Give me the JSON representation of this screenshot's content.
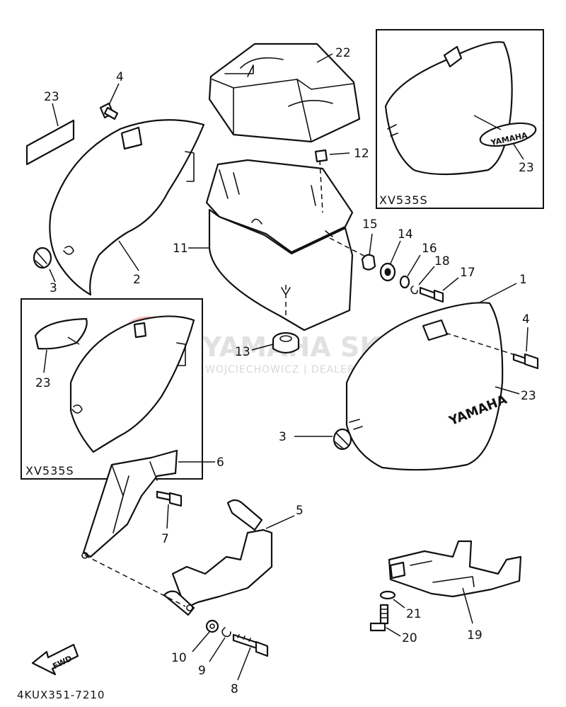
{
  "diagram": {
    "code": "4KUX351-7210",
    "fwd_label": "FWD",
    "inset_labels": {
      "top_right": "XV535S",
      "left": "XV535S"
    },
    "brand_texts": {
      "emblem": "YAMAHA",
      "cover": "YAMAHA"
    },
    "watermark": {
      "main": "YAMAHA SKLEP.PL",
      "sub": "WOJCIECHOWICZ | DEALER YAMAHA",
      "accent": "#e03a3a"
    },
    "callouts": {
      "c1": "1",
      "c2": "2",
      "c3a": "3",
      "c3b": "3",
      "c4a": "4",
      "c4b": "4",
      "c5": "5",
      "c6": "6",
      "c7": "7",
      "c8": "8",
      "c9": "9",
      "c10": "10",
      "c11": "11",
      "c12": "12",
      "c13": "13",
      "c14": "14",
      "c15": "15",
      "c16": "16",
      "c17": "17",
      "c18": "18",
      "c19": "19",
      "c20": "20",
      "c21": "21",
      "c22": "22",
      "c23a": "23",
      "c23b": "23",
      "c23c": "23",
      "c23d": "23"
    }
  }
}
